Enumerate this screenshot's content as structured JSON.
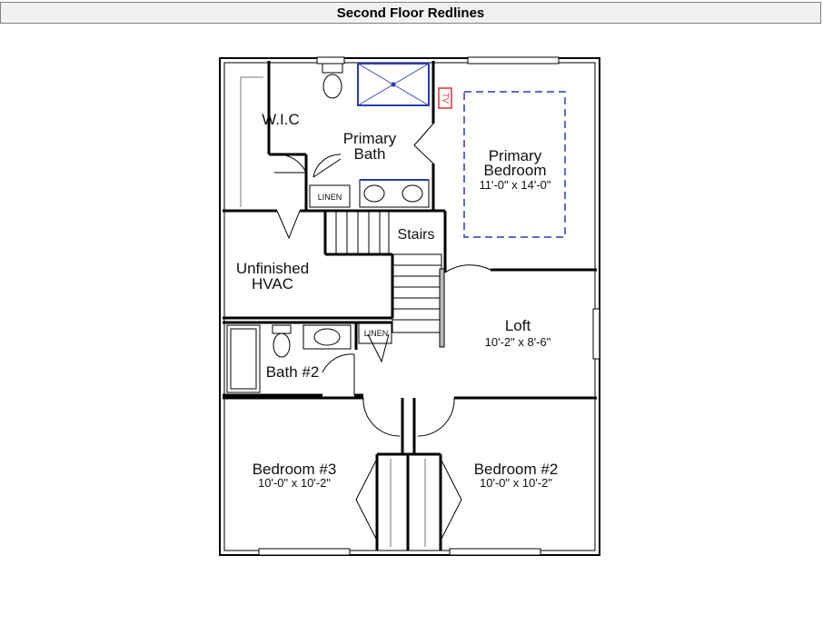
{
  "header": {
    "title": "Second Floor Redlines"
  },
  "rooms": {
    "wic": "W.I.C",
    "primary_bath_line1": "Primary",
    "primary_bath_line2": "Bath",
    "primary_bedroom_line1": "Primary",
    "primary_bedroom_line2": "Bedroom",
    "primary_bedroom_dim": "11'-0\" x 14'-0\"",
    "linen_upper": "LINEN",
    "stairs": "Stairs",
    "hvac_line1": "Unfinished",
    "hvac_line2": "HVAC",
    "linen_lower": "LINEN",
    "bath2": "Bath #2",
    "loft": "Loft",
    "loft_dim": "10'-2\" x 8'-6\"",
    "bedroom3": "Bedroom #3",
    "bedroom3_dim": "10'-0\" x 10'-2\"",
    "bedroom2": "Bedroom #2",
    "bedroom2_dim": "10'-0\" x 10'-2\""
  },
  "markers": {
    "tv": "TV"
  },
  "colors": {
    "redline_blue": "#2a3bb0",
    "redline_red": "#e03030",
    "wall": "#000000"
  }
}
